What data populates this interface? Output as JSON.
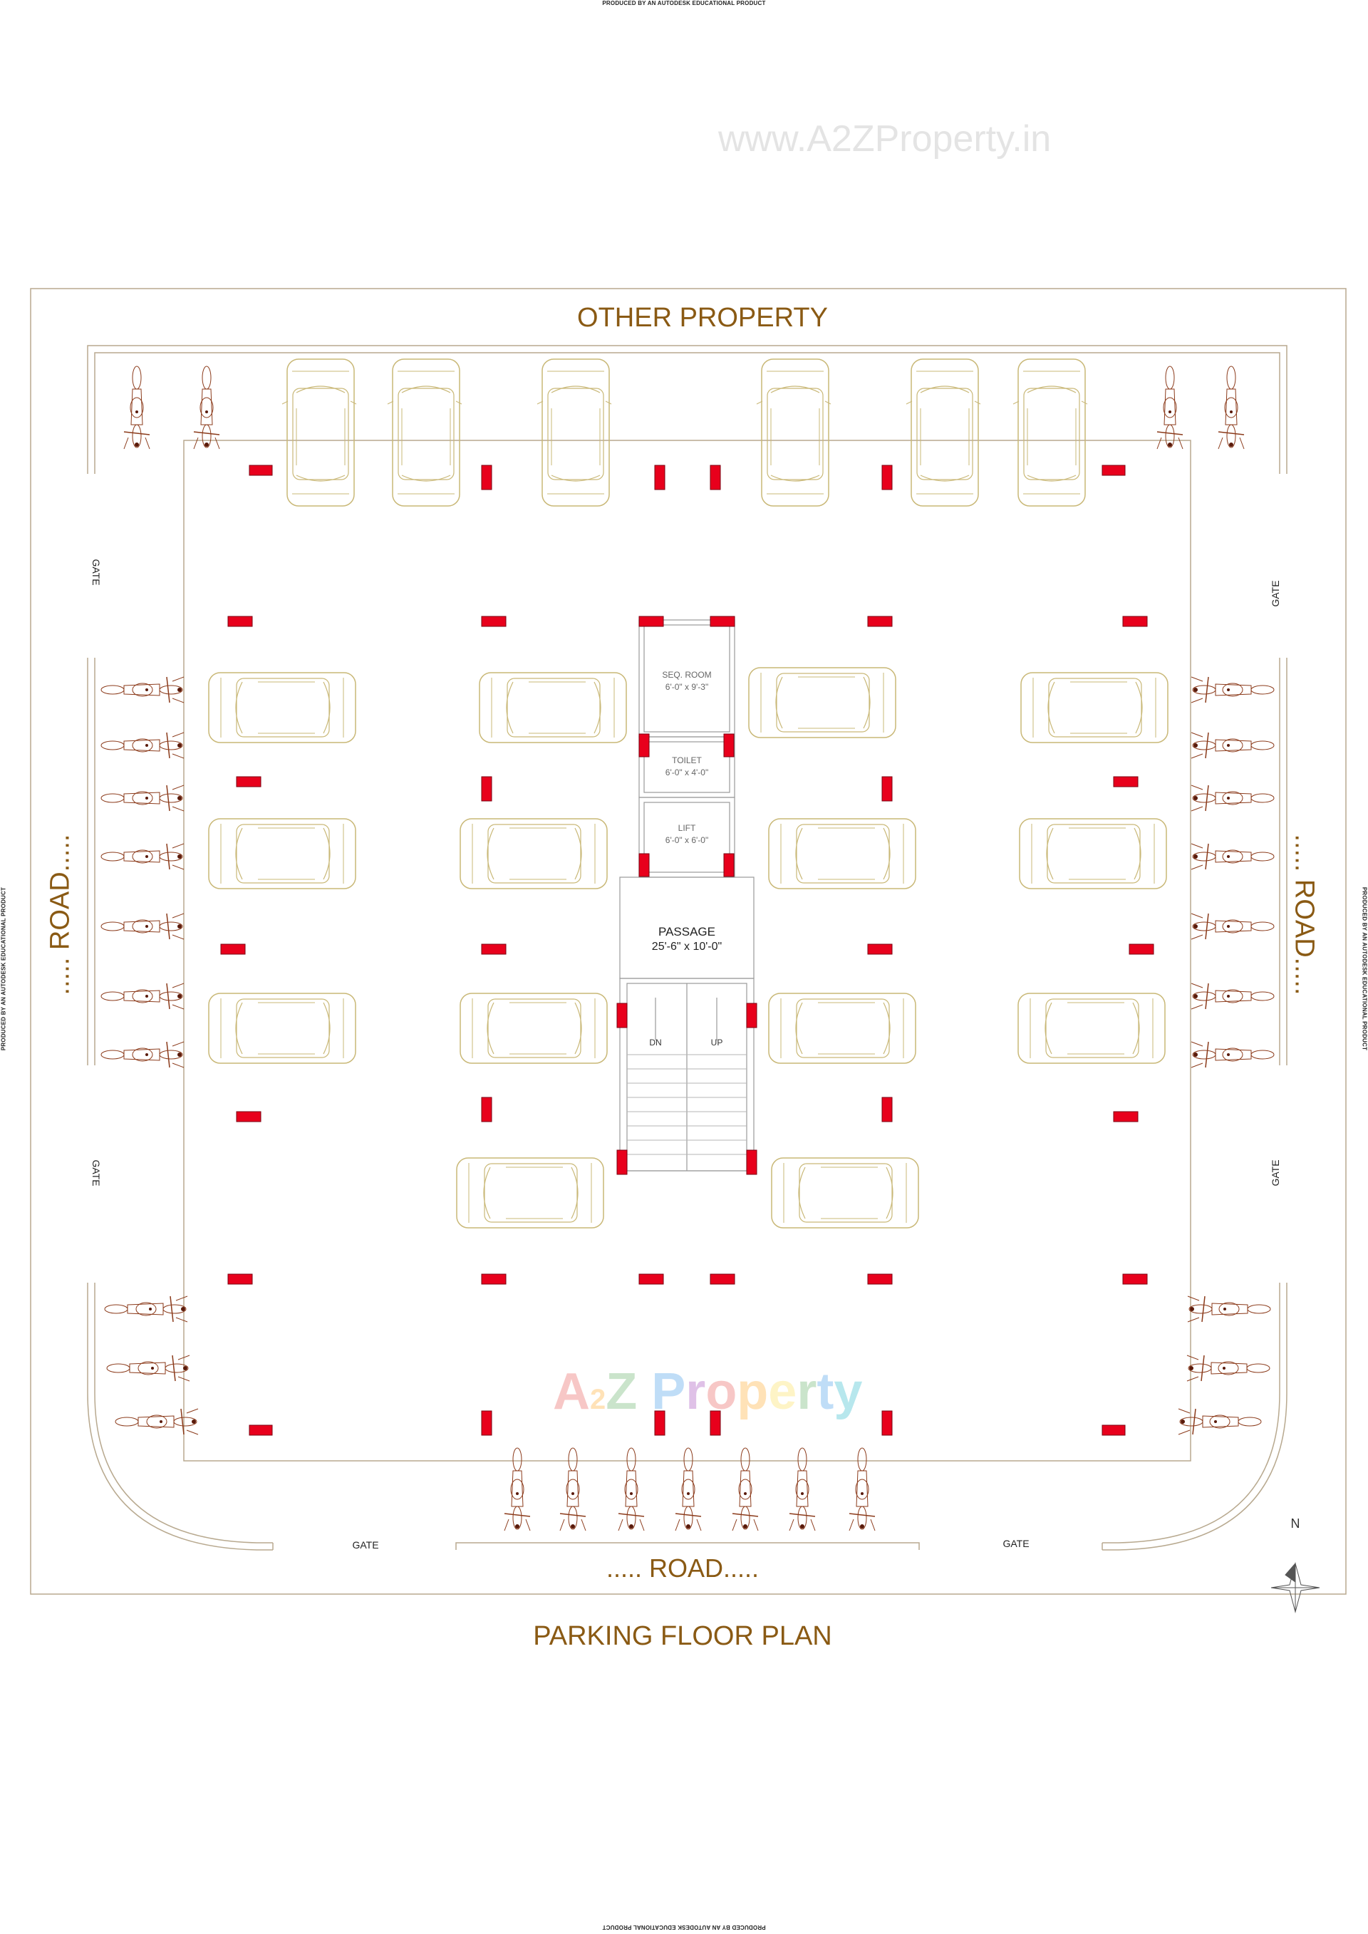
{
  "edu_notice": "PRODUCED BY AN AUTODESK EDUCATIONAL PRODUCT",
  "watermark_url": "www.A2ZProperty.in",
  "logo_text": "A2Z Property",
  "plan": {
    "title": "PARKING FLOOR PLAN",
    "north": "OTHER PROPERTY",
    "road_label": "..... ROAD.....",
    "gate_label": "GATE",
    "rooms": {
      "seq_room": {
        "name": "SEQ. ROOM",
        "size": "6'-0\" x 9'-3\""
      },
      "toilet": {
        "name": "TOILET",
        "size": "6'-0\" x 4'-0\""
      },
      "lift": {
        "name": "LIFT",
        "size": "6'-0\" x 6'-0\""
      },
      "passage": {
        "name": "PASSAGE",
        "size": "25'-6\" x 10'-0\""
      }
    },
    "stairs": {
      "down": "DN",
      "up": "UP"
    },
    "compass": "N"
  },
  "colors": {
    "boundary": "#b8a98f",
    "car": "#c9b877",
    "bike": "#8b3a1a",
    "column": "#e8001c",
    "label": "#8a5a14"
  }
}
